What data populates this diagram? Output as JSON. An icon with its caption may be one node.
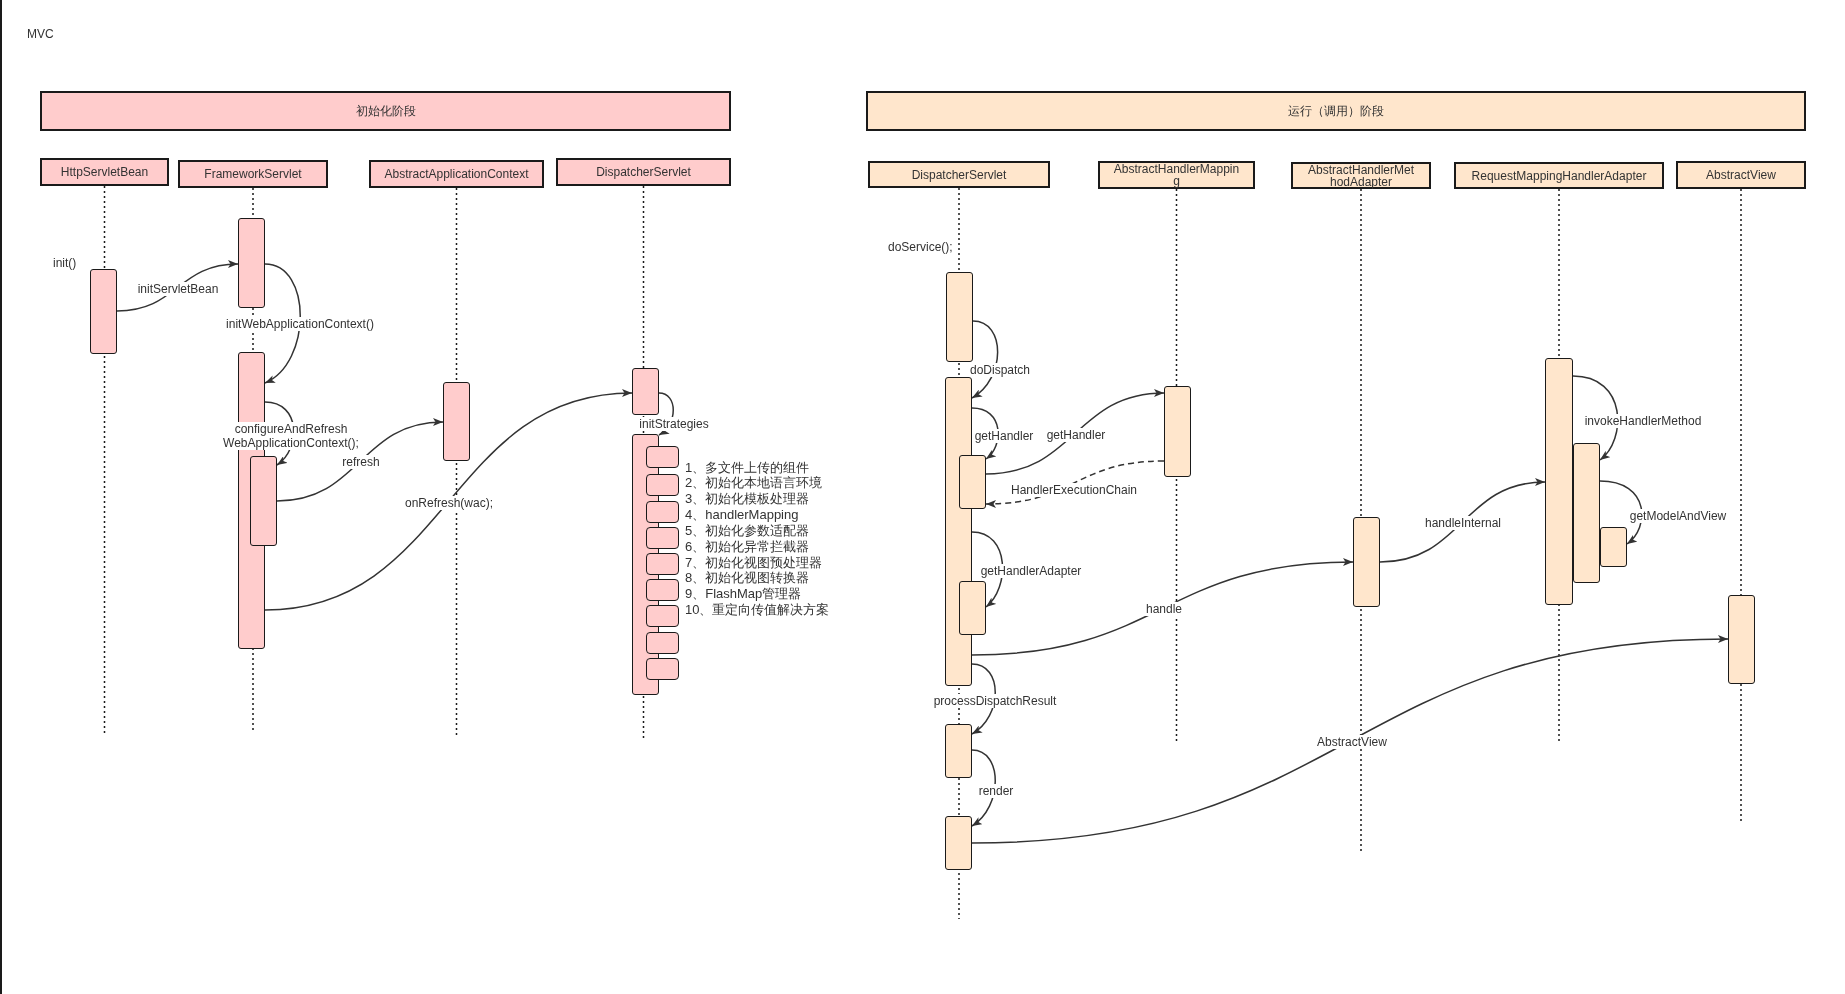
{
  "diagram": {
    "title": "MVC",
    "nodes": [
      {
        "text": [
          "初始化阶段"
        ]
      },
      {
        "text": [
          "运行（调用）阶段"
        ]
      },
      {
        "text": [
          "HttpServletBean"
        ]
      },
      {
        "text": [
          "FrameworkServlet"
        ]
      },
      {
        "text": [
          "AbstractApplicationContext"
        ]
      },
      {
        "text": [
          "DispatcherServlet"
        ]
      },
      {
        "text": [
          "DispatcherServlet"
        ]
      },
      {
        "text": [
          "AbstractHandlerMappin g"
        ]
      },
      {
        "text": [
          "AbstractHandlerMet hodAdapter"
        ]
      },
      {
        "text": [
          "RequestMappingHandlerAdapter"
        ]
      },
      {
        "text": [
          "AbstractView"
        ]
      },
      {
        "text": [],
        "shape": "bar"
      },
      {
        "text": [],
        "shape": "bar"
      },
      {
        "text": [],
        "shape": "bar"
      },
      {
        "text": [],
        "shape": "bar"
      },
      {
        "text": [],
        "shape": "bar"
      },
      {
        "text": [],
        "shape": "bar"
      },
      {
        "text": [],
        "shape": "bar"
      },
      {
        "text": [],
        "shape": "box"
      },
      {
        "text": [],
        "shape": "box"
      },
      {
        "text": [],
        "shape": "box"
      },
      {
        "text": [],
        "shape": "box"
      },
      {
        "text": [],
        "shape": "box"
      },
      {
        "text": [],
        "shape": "box"
      },
      {
        "text": [],
        "shape": "box"
      },
      {
        "text": [],
        "shape": "box"
      },
      {
        "text": [],
        "shape": "box"
      },
      {
        "text": [],
        "shape": "bar"
      },
      {
        "text": [],
        "shape": "bar"
      },
      {
        "text": [],
        "shape": "bar"
      },
      {
        "text": [],
        "shape": "bar"
      },
      {
        "text": [],
        "shape": "bar"
      },
      {
        "text": [],
        "shape": "bar"
      },
      {
        "text": [],
        "shape": "bar"
      },
      {
        "text": [],
        "shape": "bar"
      },
      {
        "text": [],
        "shape": "bar"
      },
      {
        "text": [],
        "shape": "bar"
      },
      {
        "text": [],
        "shape": "bar"
      },
      {
        "text": [],
        "shape": "bar"
      }
    ],
    "edges": [
      {
        "from": 11,
        "to": 12,
        "arrow": "to",
        "label": "initServletBean"
      },
      {
        "from": 12,
        "to": 13,
        "arrow": "to",
        "label": "initWebApplicationContext()"
      },
      {
        "from": 13,
        "to": 14,
        "arrow": "to",
        "label": "configureAndRefresh WebApplicationContext();"
      },
      {
        "from": 14,
        "to": 15,
        "arrow": "to",
        "label": "refresh"
      },
      {
        "from": 13,
        "to": 16,
        "arrow": "to",
        "label": "onRefresh(wac);"
      },
      {
        "from": 16,
        "to": 17,
        "arrow": "to",
        "label": "initStrategies"
      },
      {
        "from": 27,
        "to": 28,
        "arrow": "to",
        "label": "doDispatch"
      },
      {
        "from": 28,
        "to": 29,
        "arrow": "to",
        "label": "getHandler"
      },
      {
        "from": 29,
        "to": 33,
        "arrow": "to",
        "label": "getHandler"
      },
      {
        "from": 33,
        "to": 29,
        "arrow": "to",
        "label": "HandlerExecutionChain",
        "style": "dashed"
      },
      {
        "from": 28,
        "to": 30,
        "arrow": "to",
        "label": "getHandlerAdapter"
      },
      {
        "from": 28,
        "to": 34,
        "arrow": "to",
        "label": "handle"
      },
      {
        "from": 34,
        "to": 35,
        "arrow": "to",
        "label": "handleInternal"
      },
      {
        "from": 35,
        "to": 36,
        "arrow": "to",
        "label": "invokeHandlerMethod"
      },
      {
        "from": 36,
        "to": 37,
        "arrow": "to",
        "label": "getModelAndView"
      },
      {
        "from": 28,
        "to": 31,
        "arrow": "to",
        "label": "processDispatchResult"
      },
      {
        "from": 31,
        "to": 32,
        "arrow": "to",
        "label": "render"
      },
      {
        "from": 32,
        "to": 38,
        "arrow": "to",
        "label": "AbstractView"
      }
    ],
    "labels": [
      "init()",
      "doService();",
      "1、多文件上传的组件",
      "2、初始化本地语言环境",
      "3、初始化模板处理器",
      "4、handlerMapping",
      "5、初始化参数适配器",
      "6、初始化异常拦截器",
      "7、初始化视图预处理器",
      "8、初始化视图转换器",
      "9、FlashMap管理器",
      "10、重定向传值解决方案"
    ]
  }
}
